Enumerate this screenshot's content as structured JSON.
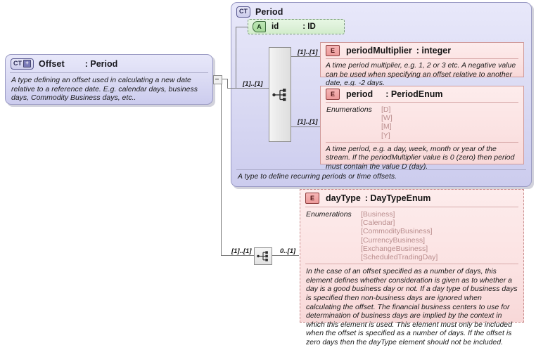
{
  "diagram": {
    "title": "XSD schema diagram",
    "colors": {
      "complex_type_fill": "#dcdcf4",
      "complex_type_border": "#9a9ac4",
      "element_fill": "#fbe2e2",
      "element_border": "#cf9a9a",
      "attribute_fill": "#dcf0d7",
      "attribute_border": "#7a9a7a",
      "connector_fill": "#eaeaea",
      "line": "#7a7a7a",
      "enum_value": "#b98d8d"
    }
  },
  "offset": {
    "badge": "CT",
    "badge_icon": "plus-icon",
    "name": "Offset",
    "type": ": Period",
    "annotation": "A type defining an offset used in calculating a new date relative to a reference date. E.g. calendar days, business days, Commodity Business days, etc..",
    "toggle_icon": "collapse-minus-icon"
  },
  "period": {
    "badge": "CT",
    "name": "Period",
    "annotation": "A type to define recurring periods or time offsets.",
    "attribute": {
      "badge": "A",
      "name": "id",
      "type": ": ID"
    },
    "sequence_icon": "sequence-connector-icon",
    "children": [
      {
        "badge": "E",
        "name": "periodMultiplier",
        "type": ": integer",
        "cardinality": "[1]..[1]",
        "annotation": "A time period multiplier, e.g. 1, 2 or 3 etc. A negative value can be used when specifying an offset relative to another date, e.g. -2 days."
      },
      {
        "badge": "E",
        "name": "period",
        "type": ": PeriodEnum",
        "cardinality": "[1]..[1]",
        "enumerations_label": "Enumerations",
        "enumerations": [
          "[D]",
          "[W]",
          "[M]",
          "[Y]"
        ],
        "annotation": "A time period, e.g. a day, week, month or year of the stream. If the periodMultiplier value is 0 (zero) then period must contain the value D (day)."
      }
    ],
    "sequence_cardinality": "[1]..[1]"
  },
  "dayType": {
    "badge": "E",
    "name": "dayType",
    "type": ": DayTypeEnum",
    "enumerations_label": "Enumerations",
    "enumerations": [
      "[Business]",
      "[Calendar]",
      "[CommodityBusiness]",
      "[CurrencyBusiness]",
      "[ExchangeBusiness]",
      "[ScheduledTradingDay]"
    ],
    "annotation": "In the case of an offset specified as a number of days, this element defines whether consideration is given as to whether a day is a good business day or not. If a day type of business days is specified then non-business days are ignored when calculating the offset. The financial business centers to use for determination of business days are implied by the context in which this element is used. This element must only be included when the offset is specified as a number of days. If the offset is zero days then the dayType element should not be included.",
    "sequence_icon": "sequence-connector-icon",
    "cardinality_left": "[1]..[1]",
    "cardinality_right": "0..[1]"
  }
}
